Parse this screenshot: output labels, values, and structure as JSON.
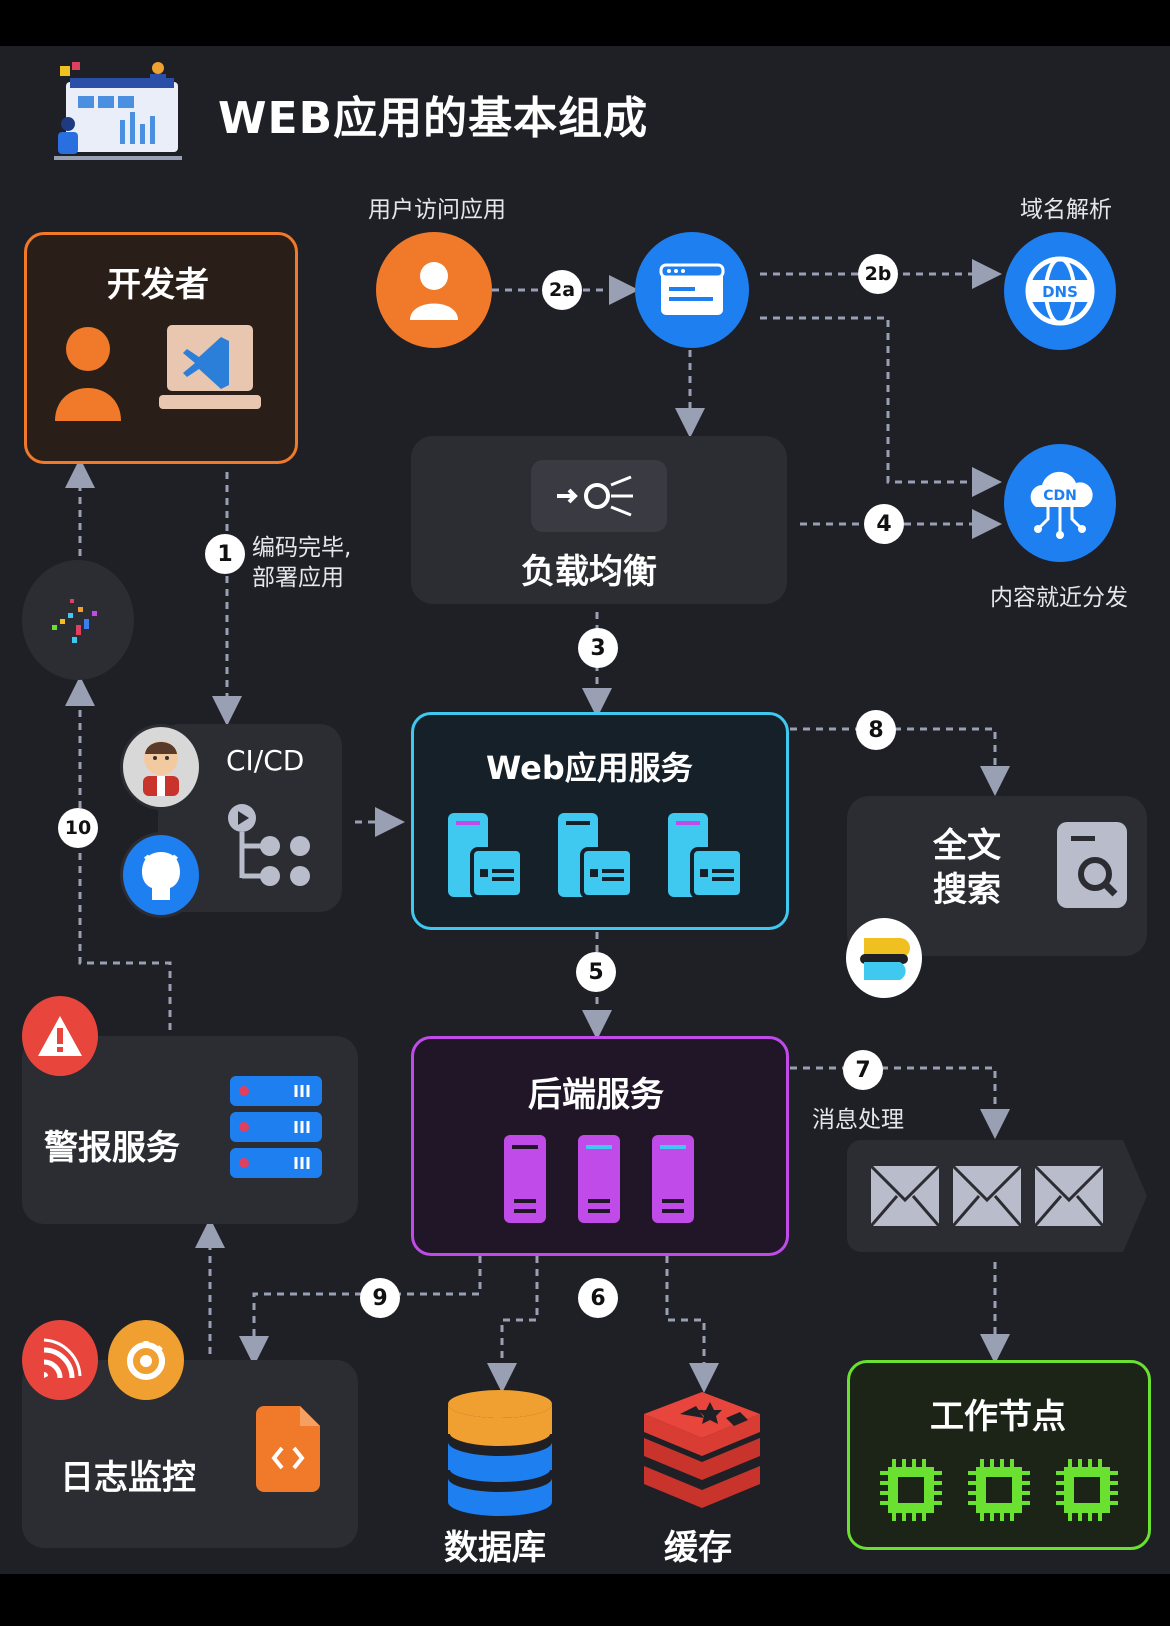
{
  "title": "WEB应用的基本组成",
  "labels": {
    "user_access": "用户访问应用",
    "dns_resolve": "域名解析",
    "content_nearby": "内容就近分发",
    "step1_line1": "编码完毕,",
    "step1_line2": "部署应用",
    "message_processing": "消息处理"
  },
  "components": {
    "developer": "开发者",
    "load_balancer": "负载均衡",
    "cicd": "CI/CD",
    "web_service": "Web应用服务",
    "fulltext_line1": "全文",
    "fulltext_line2": "搜索",
    "backend": "后端服务",
    "alert": "警报服务",
    "log_monitor": "日志监控",
    "database": "数据库",
    "cache": "缓存",
    "worker": "工作节点"
  },
  "icon_text": {
    "dns": "DNS",
    "cdn": "CDN"
  },
  "steps": [
    "1",
    "2a",
    "2b",
    "3",
    "4",
    "5",
    "6",
    "7",
    "8",
    "9",
    "10"
  ],
  "colors": {
    "background": "#1f1f26",
    "developer_border": "#f07a2a",
    "web_border": "#3fc8f0",
    "backend_border": "#c04be8",
    "worker_border": "#6ae030",
    "icon_blue": "#1e7ff0",
    "user_orange": "#f07a2a"
  }
}
